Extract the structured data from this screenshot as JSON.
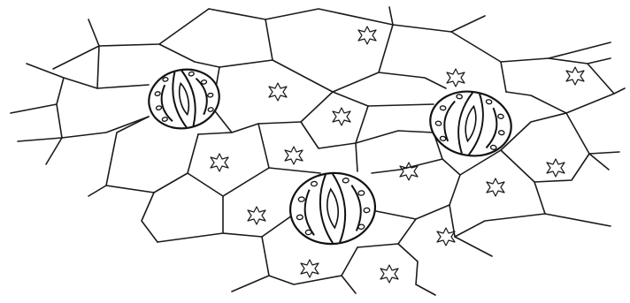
{
  "figure": {
    "labels": [],
    "line_color": "#1a1a1a",
    "background": "#ffffff"
  },
  "stomata": [
    {
      "name": "upper-left"
    },
    {
      "name": "upper-right"
    },
    {
      "name": "bottom-center"
    }
  ],
  "crystal_count": 14
}
